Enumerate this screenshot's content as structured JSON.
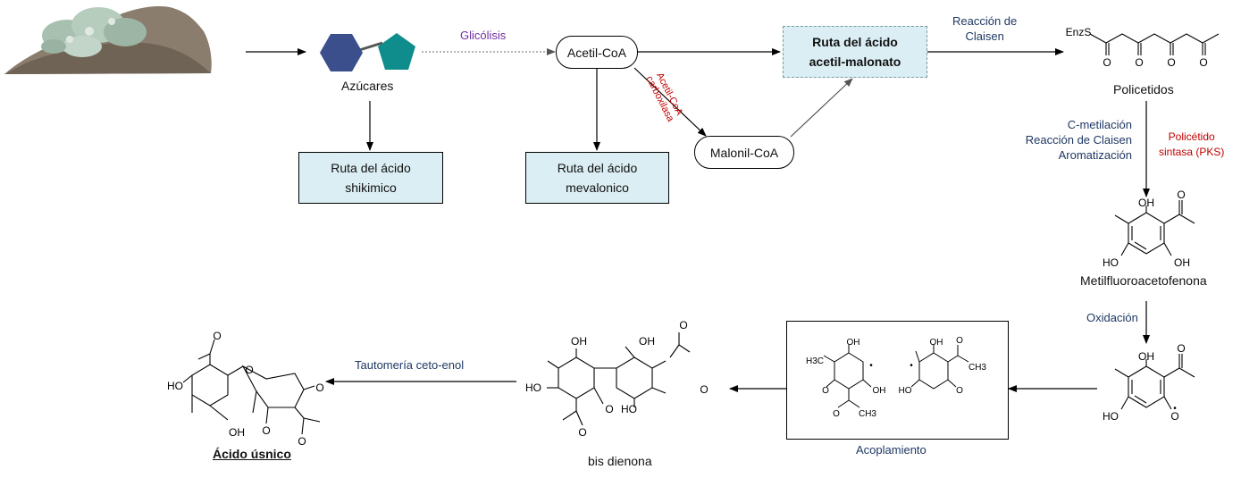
{
  "nodes": {
    "azucares": "Azúcares",
    "acetil_coa": "Acetil-CoA",
    "malonil_coa": "Malonil-CoA",
    "shikimico": [
      "Ruta del ácido",
      "shikimico"
    ],
    "mevalonico": [
      "Ruta del ácido",
      "mevalonico"
    ],
    "acetil_malonato": [
      "Ruta del ácido",
      "acetil-malonato"
    ],
    "policetidos": "Policetidos",
    "metilfluoro": "Metilfluoroacetofenona",
    "bis_dienona": "bis dienona",
    "acido_usnico": "Ácido úsnico"
  },
  "edge_labels": {
    "glicolisis": "Glicólisis",
    "carboxilasa": [
      "Acetil-CoA",
      "carboxilasa"
    ],
    "claisen": [
      "Reacción de",
      "Claisen"
    ],
    "steps": [
      "C-metilación",
      "Reacción de Claisen",
      "Aromatización"
    ],
    "pks": [
      "Policétido",
      "sintasa (PKS)"
    ],
    "oxidacion": "Oxidación",
    "acoplamiento": "Acoplamiento",
    "tautomeria": "Tautomería ceto-enol"
  },
  "chem_labels": {
    "enz": "EnzS",
    "o": "O",
    "oh": "OH",
    "ho": "HO",
    "h3c": "H3C",
    "ch3": "CH3",
    "radical": "•"
  },
  "colors": {
    "purple": "#7030a0",
    "red": "#c00000",
    "navy": "#1f3864",
    "box_fill": "#dbeef3",
    "hexagon": "#3b4f8c",
    "pentagon": "#0f8c8c",
    "rock": "#8a7d6e",
    "lichen": "#a8c0b0"
  },
  "icons": [
    "lichen-rock-icon",
    "hexagon-sugar-icon",
    "pentagon-sugar-icon"
  ]
}
